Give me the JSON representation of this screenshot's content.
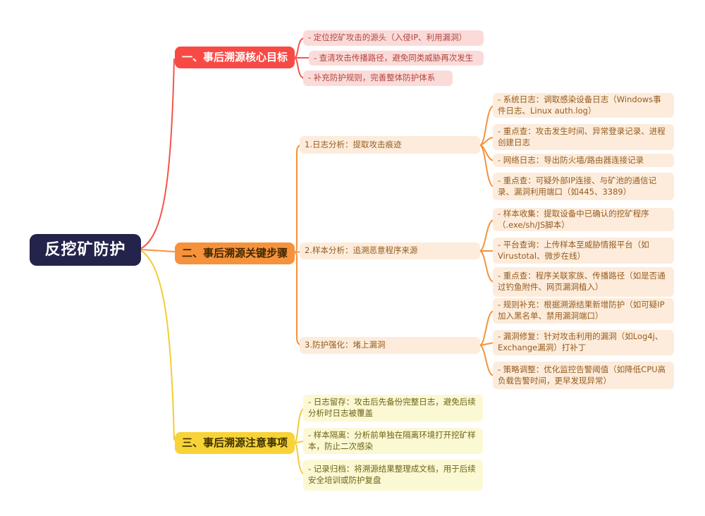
{
  "colors": {
    "canvas_bg": "#ffffff",
    "root_bg": "#23234b",
    "root_text": "#ffffff",
    "branch1_bg": "#f84a45",
    "branch1_text": "#ffffff",
    "branch1_line": "#f4554c",
    "branch1_child_bg": "#fbdbd9",
    "branch1_child_text": "#b1453d",
    "branch2_bg": "#f6923c",
    "branch2_text": "#402800",
    "branch2_line": "#f6923c",
    "branch2_child_bg": "#fdecdc",
    "branch2_child_text": "#955c1e",
    "branch3_bg": "#f8d338",
    "branch3_text": "#403300",
    "branch3_line": "#f3cd32",
    "branch3_child_bg": "#fbf8d4",
    "branch3_child_text": "#6e6414"
  },
  "root": {
    "label": "反挖矿防护"
  },
  "branch1": {
    "title": "一、事后溯源核心目标",
    "children": [
      {
        "label": "- 定位挖矿攻击的源头（入侵IP、利用漏洞）"
      },
      {
        "label": "- 查清攻击传播路径，避免同类威胁再次发生"
      },
      {
        "label": "- 补充防护规则，完善整体防护体系"
      }
    ]
  },
  "branch2": {
    "title": "二、事后溯源关键步骤",
    "children": [
      {
        "label": "1.日志分析：提取攻击痕迹",
        "children": [
          {
            "label": "- 系统日志：调取感染设备日志（Windows事件日志、Linux auth.log）"
          },
          {
            "label": "- 重点查：攻击发生时间、异常登录记录、进程创建日志"
          },
          {
            "label": "- 网络日志：导出防火墙/路由器连接记录"
          },
          {
            "label": "- 重点查：可疑外部IP连接、与矿池的通信记录、漏洞利用端口（如445、3389）"
          }
        ]
      },
      {
        "label": "2.样本分析：追溯恶意程序来源",
        "children": [
          {
            "label": "- 样本收集：提取设备中已确认的挖矿程序（.exe/sh/JS脚本）"
          },
          {
            "label": "- 平台查询：上传样本至威胁情报平台（如Virustotal、微步在线）"
          },
          {
            "label": "- 重点查：程序关联家族、传播路径（如是否通过钓鱼附件、网页漏洞植入）"
          }
        ]
      },
      {
        "label": "3.防护强化：堵上漏洞",
        "children": [
          {
            "label": "- 规则补充：根据溯源结果新增防护（如可疑IP加入黑名单、禁用漏洞端口）"
          },
          {
            "label": "- 漏洞修复：针对攻击利用的漏洞（如Log4j、Exchange漏洞）打补丁"
          },
          {
            "label": "- 策略调整：优化监控告警阈值（如降低CPU高负载告警时间，更早发现异常）"
          }
        ]
      }
    ]
  },
  "branch3": {
    "title": "三、事后溯源注意事项",
    "children": [
      {
        "label": "- 日志留存：攻击后先备份完整日志，避免后续分析时日志被覆盖"
      },
      {
        "label": "- 样本隔离：分析前单独在隔离环境打开挖矿样本，防止二次感染"
      },
      {
        "label": "- 记录归档：将溯源结果整理成文档，用于后续安全培训或防护复盘"
      }
    ]
  }
}
